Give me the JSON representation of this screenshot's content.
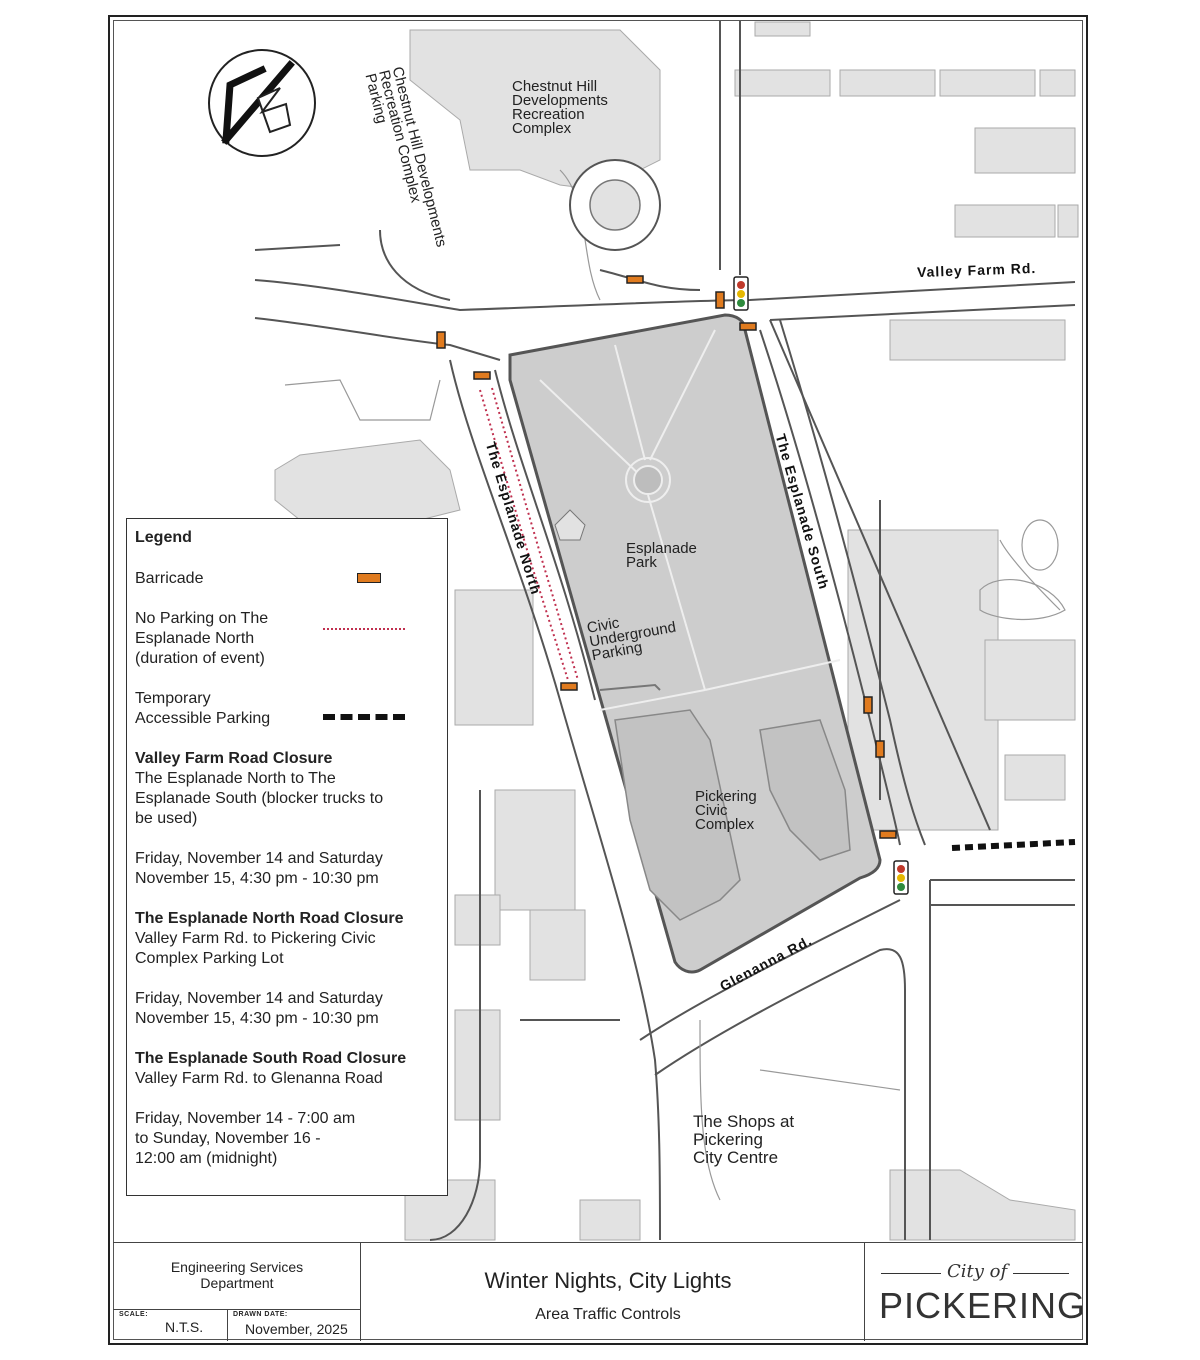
{
  "labels": {
    "chestnut_complex": "Chestnut Hill\nDevelopments\nRecreation\nComplex",
    "chestnut_parking": "Chestnut Hill Developments\nRecreation Complex\nParking",
    "esplanade_park": "Esplanade\nPark",
    "civic_underground": "Civic\nUnderground\nParking",
    "civic_complex": "Pickering\nCivic\nComplex",
    "shops": "The Shops at\nPickering\nCity Centre"
  },
  "roads": {
    "valley_farm": "Valley Farm Rd.",
    "esplanade_north": "The Esplanade North",
    "esplanade_south": "The Esplanade South",
    "glenanna": "Glenanna Rd."
  },
  "legend": {
    "title": "Legend",
    "barricade": "Barricade",
    "no_parking": "No Parking on The\nEsplanade North\n(duration of event)",
    "accessible": "Temporary\nAccessible Parking",
    "vf_title": "Valley Farm Road Closure",
    "vf_desc": "The Esplanade North to The\nEsplanade South (blocker trucks to\nbe used)",
    "vf_dates": "Friday, November 14 and Saturday\nNovember 15, 4:30 pm - 10:30 pm",
    "en_title": "The Esplanade North Road Closure",
    "en_desc": "Valley Farm Rd. to Pickering Civic\nComplex Parking Lot",
    "en_dates": "Friday, November 14 and Saturday\nNovember 15, 4:30 pm - 10:30 pm",
    "es_title": "The Esplanade South Road Closure",
    "es_desc": "Valley Farm Rd. to Glenanna Road",
    "es_dates": "Friday, November 14 - 7:00 am\nto Sunday, November 16 -\n12:00 am (midnight)"
  },
  "titleblock": {
    "department": "Engineering Services\nDepartment",
    "scale_label": "SCALE:",
    "scale": "N.T.S.",
    "drawn_label": "DRAWN DATE:",
    "drawn": "November, 2025",
    "title": "Winter Nights, City Lights",
    "subtitle": "Area Traffic Controls",
    "logo_script": "City of",
    "logo_name": "PICKERING"
  },
  "colors": {
    "barricade": "#e07b1f",
    "no_parking": "#c0304f",
    "building": "#d9d9d9",
    "park": "#cfcfcf",
    "road_edge": "#555555"
  }
}
